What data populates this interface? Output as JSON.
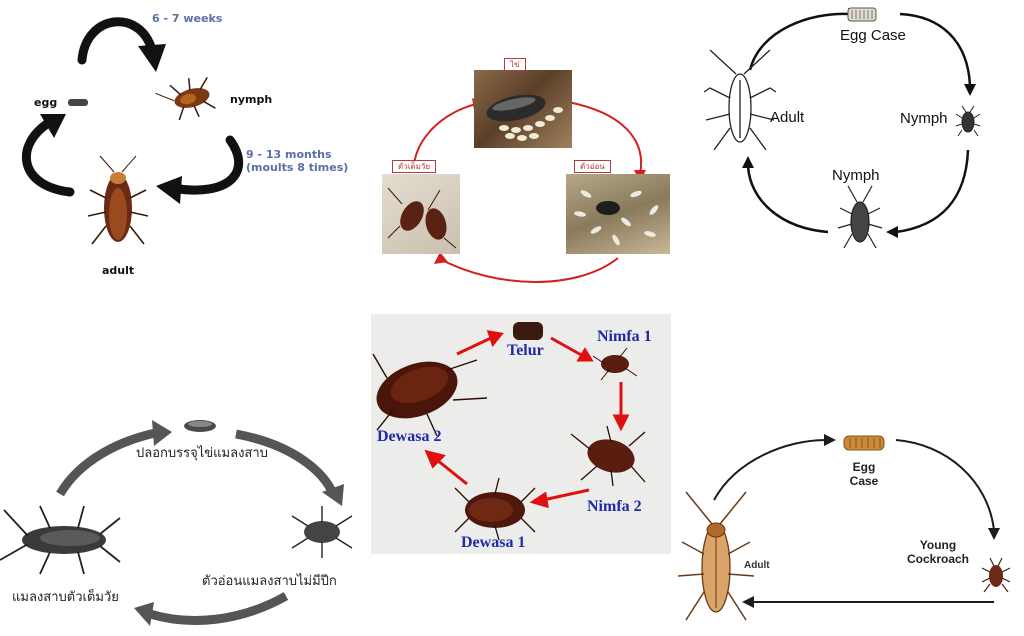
{
  "panel1": {
    "egg": "egg",
    "nymph": "nymph",
    "adult": "adult",
    "duration_egg_nymph": "6 - 7 weeks",
    "duration_nymph_adult_line1": "9 - 13 months",
    "duration_nymph_adult_line2": "(moults 8 times)"
  },
  "panel2": {
    "egg_tag": "ไข่",
    "nymph_tag": "ตัวอ่อน",
    "adult_tag": "ตัวเต็มวัย"
  },
  "panel3": {
    "egg_case": "Egg Case",
    "nymph_right": "Nymph",
    "nymph_bottom": "Nymph",
    "adult": "Adult"
  },
  "panel4": {
    "telur": "Telur",
    "nimfa1": "Nimfa 1",
    "nimfa2": "Nimfa 2",
    "dewasa1": "Dewasa 1",
    "dewasa2": "Dewasa 2"
  },
  "panel5": {
    "egg_case": "ปลอกบรรจุไข่แมลงสาบ",
    "nymph": "ตัวอ่อนแมลงสาบไม่มีปีก",
    "adult": "แมลงสาบตัวเต็มวัย"
  },
  "panel6": {
    "egg_line1": "Egg",
    "egg_line2": "Case",
    "young_line1": "Young",
    "young_line2": "Cockroach",
    "adult": "Adult"
  },
  "colors": {
    "panel1_blue": "#5a6fa8",
    "panel2_red": "#c0392b",
    "panel4_blue": "#1f2aa8",
    "panel4_red": "#e01010",
    "cockroach_brown": "#6b2a14"
  }
}
